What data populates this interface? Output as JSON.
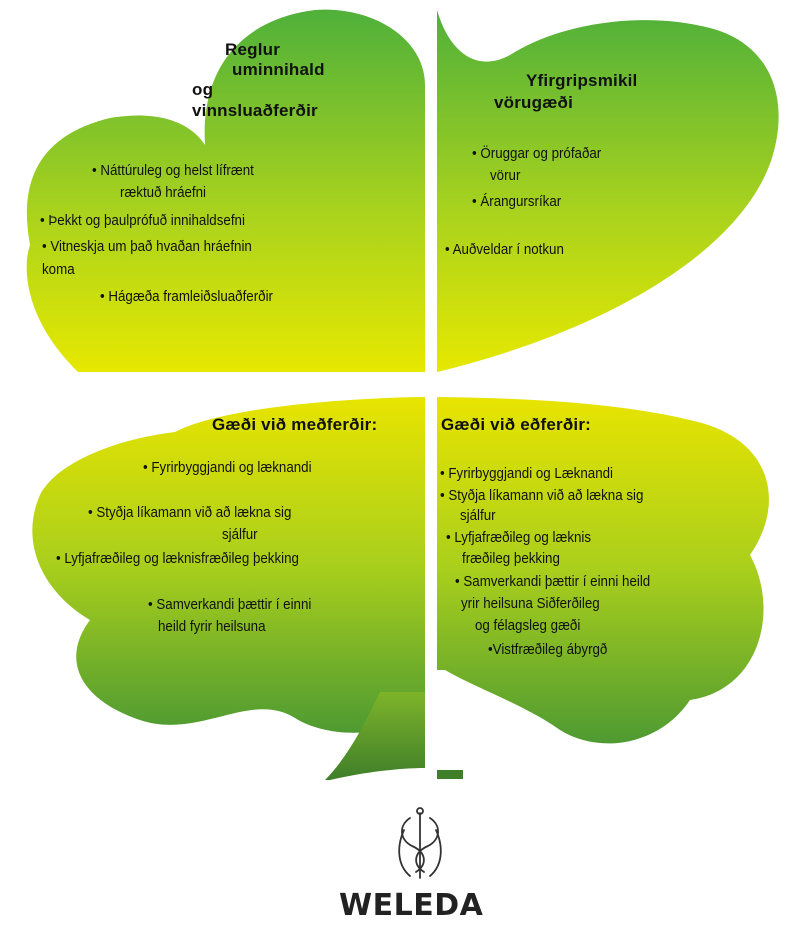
{
  "colors": {
    "leaf_top": "#4fb03a",
    "leaf_bottom": "#e6e800",
    "lower_leaf_top": "#e8e400",
    "lower_leaf_bottom": "#4e9a32",
    "stem": "#3f7f2a",
    "text": "#111111"
  },
  "top_left": {
    "title_lines": [
      "Reglur",
      "uminnihald",
      "og",
      "vinnsluaðferðir"
    ],
    "items": [
      "• Náttúruleg og helst lífrænt",
      "ræktuð hráefni",
      "• Þekkt og þaulprófuð innihaldsefni",
      "• Vitneskja um það hvaðan hráefnin",
      "koma",
      "• Hágæða framleiðsluaðferðir"
    ]
  },
  "top_right": {
    "title_lines": [
      "Yfirgripsmikil",
      "vörugæði"
    ],
    "items": [
      "• Öruggar og prófaðar",
      "vörur",
      "• Árangursríkar",
      "• Auðveldar í notkun"
    ]
  },
  "bottom_left": {
    "title": "Gæði við  meðferðir:",
    "items": [
      "• Fyrirbyggjandi og læknandi",
      "• Styðja líkamann við að lækna sig",
      "sjálfur",
      "• Lyfjafræðileg og læknisfræðileg þekking",
      "• Samverkandi þættir í einni",
      "heild fyrir heilsuna"
    ]
  },
  "bottom_right": {
    "title": "Gæði við eðferðir:",
    "items": [
      "• Fyrirbyggjandi og  Læknandi",
      "• Styðja líkamann við að lækna sig",
      "sjálfur",
      "• Lyfjafræðileg og læknis",
      "fræðileg þekking",
      "• Samverkandi þættir í einni heild",
      "yrir heilsuna Siðferðileg",
      "og félagsleg gæði",
      "•Vistfræðileg ábyrgð"
    ]
  },
  "logo": {
    "brand": "WELEDA",
    "icon": "weleda-caduceus-icon"
  }
}
